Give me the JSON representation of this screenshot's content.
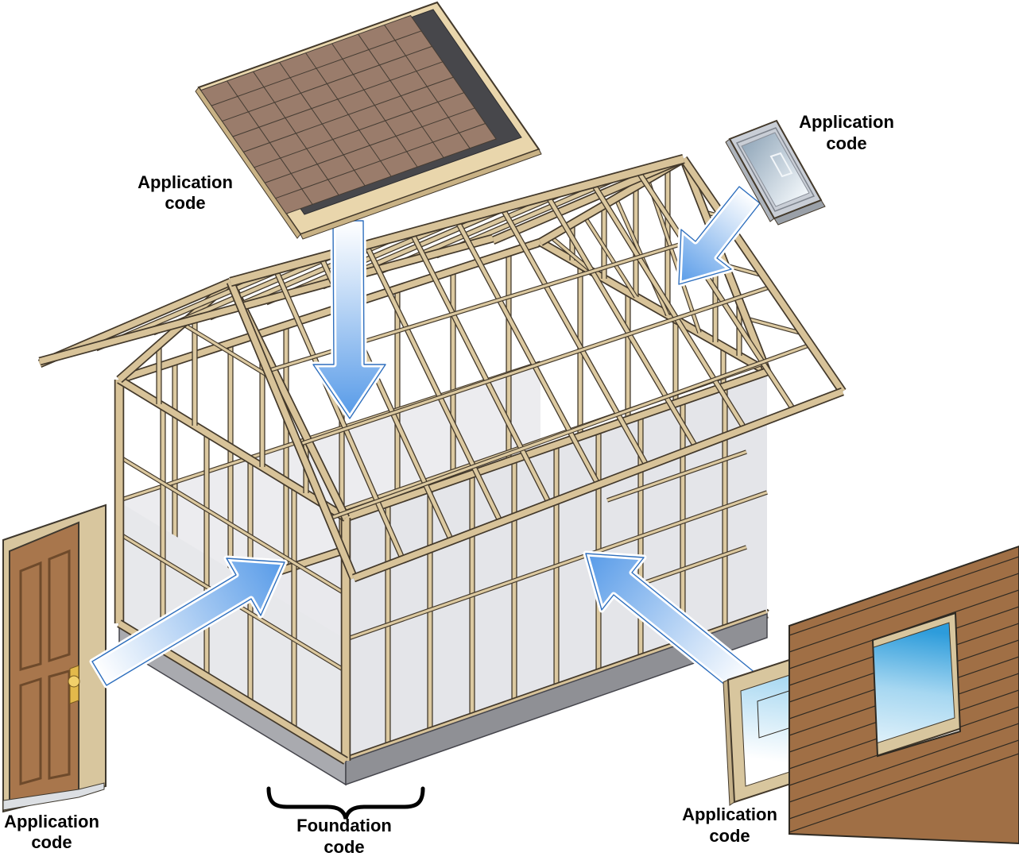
{
  "diagram_type": "exploded-axonometric-house-framing",
  "labels": {
    "application": {
      "line1": "Application",
      "line2": "code"
    },
    "foundation": {
      "line1": "Foundation",
      "line2": "code"
    }
  },
  "callouts": [
    {
      "target": "shingle-roof-panel",
      "label": "Application code",
      "arrow": "down"
    },
    {
      "target": "skylight-window",
      "label": "Application code",
      "arrow": "down-left"
    },
    {
      "target": "entry-door",
      "label": "Application code",
      "arrow": "right"
    },
    {
      "target": "window-and-siding-panel",
      "label": "Application code",
      "arrow": "up-left"
    },
    {
      "target": "foundation-slab",
      "label": "Foundation code",
      "arrow": "brace"
    }
  ],
  "colors": {
    "arrow_blue": "#569AE8",
    "wood_tan": "#DCC9A0",
    "wood_outline": "#43392B",
    "plywood_tan": "#E9D6AC",
    "underlayment_gray": "#47474B",
    "shingle_brown": "#9A7C6B",
    "foundation_gray": "#A9AAAF",
    "floor_gray": "#E9E9ED",
    "door_brown": "#A8764C",
    "trim_tan": "#D8C69E",
    "siding_brown": "#A06F45",
    "glass_blue": "#2F9EDC",
    "skylight_gray": "#C9CED6"
  }
}
